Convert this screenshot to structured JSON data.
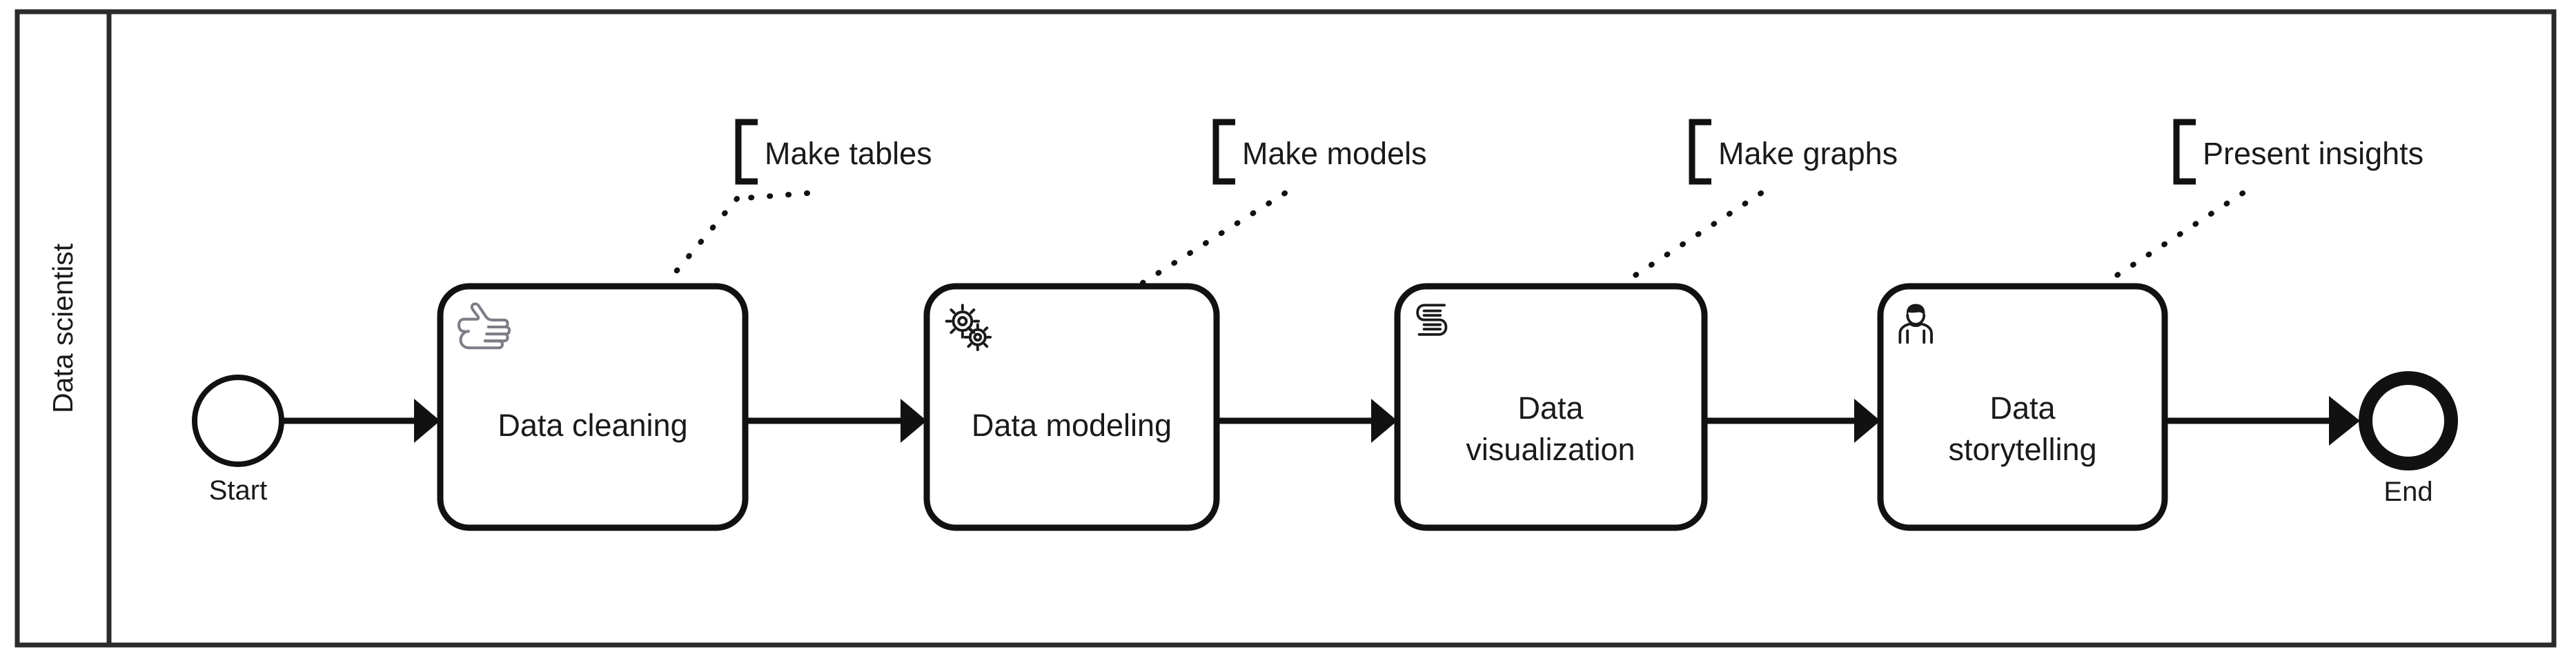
{
  "diagram": {
    "type": "bpmn-process",
    "pool": {
      "lane_label": "Data scientist"
    },
    "events": [
      {
        "id": "start",
        "label": "Start",
        "kind": "start-event"
      },
      {
        "id": "end",
        "label": "End",
        "kind": "end-event"
      }
    ],
    "tasks": [
      {
        "id": "task-data-cleaning",
        "label_line1": "Data cleaning",
        "label_line2": "",
        "icon": "manual-task-hand-icon"
      },
      {
        "id": "task-data-modeling",
        "label_line1": "Data modeling",
        "label_line2": "",
        "icon": "service-task-gears-icon"
      },
      {
        "id": "task-data-visualization",
        "label_line1": "Data",
        "label_line2": "visualization",
        "icon": "script-task-document-icon"
      },
      {
        "id": "task-data-storytelling",
        "label_line1": "Data",
        "label_line2": "storytelling",
        "icon": "user-task-person-icon"
      }
    ],
    "annotations": [
      {
        "id": "anno-make-tables",
        "text": "Make tables"
      },
      {
        "id": "anno-make-models",
        "text": "Make models"
      },
      {
        "id": "anno-make-graphs",
        "text": "Make graphs"
      },
      {
        "id": "anno-present-insights",
        "text": "Present insights"
      }
    ],
    "colors": {
      "background": "#ffffff",
      "pool_border": "#2b2b2b",
      "shape_border": "#111111",
      "text": "#1a1a1a",
      "icon_gray": "#7d7d86"
    }
  }
}
